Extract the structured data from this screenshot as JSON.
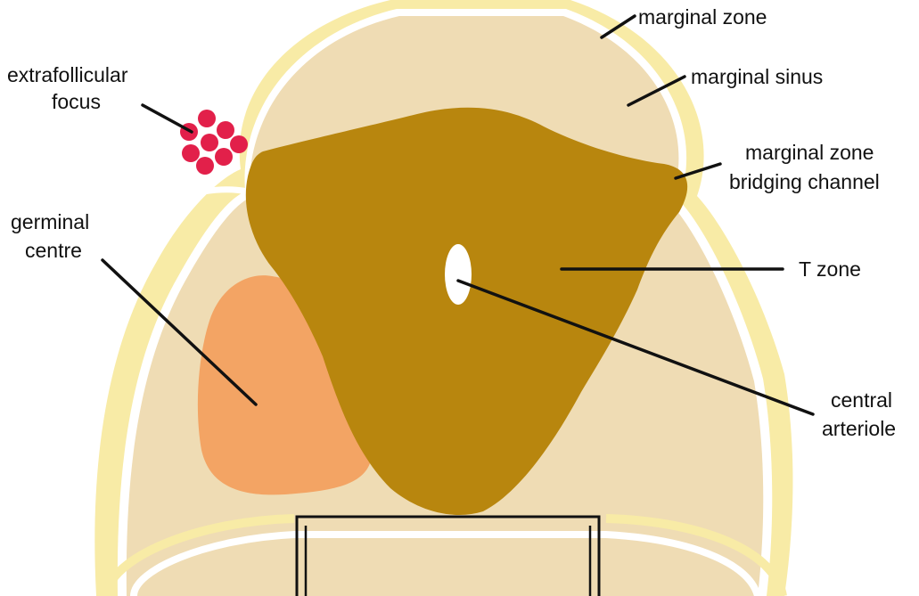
{
  "diagram": {
    "labels": {
      "marginal_zone": "marginal zone",
      "marginal_sinus": "marginal sinus",
      "extrafollicular_line1": "extrafollicular",
      "extrafollicular_line2": "focus",
      "bridging_line1": "marginal zone",
      "bridging_line2": "bridging channel",
      "germinal_line1": "germinal",
      "germinal_line2": "centre",
      "t_zone": "T zone",
      "arteriole_line1": "central",
      "arteriole_line2": "arteriole"
    },
    "colors": {
      "marginal_zone": "#f8eba6",
      "marginal_sinus": "#ffffff",
      "follicle": "#efdcb4",
      "t_zone": "#b8860e",
      "germinal_centre": "#f3a464",
      "extrafollicular_cells": "#e2204a",
      "central_arteriole": "#ffffff",
      "lines": "#111111"
    }
  }
}
